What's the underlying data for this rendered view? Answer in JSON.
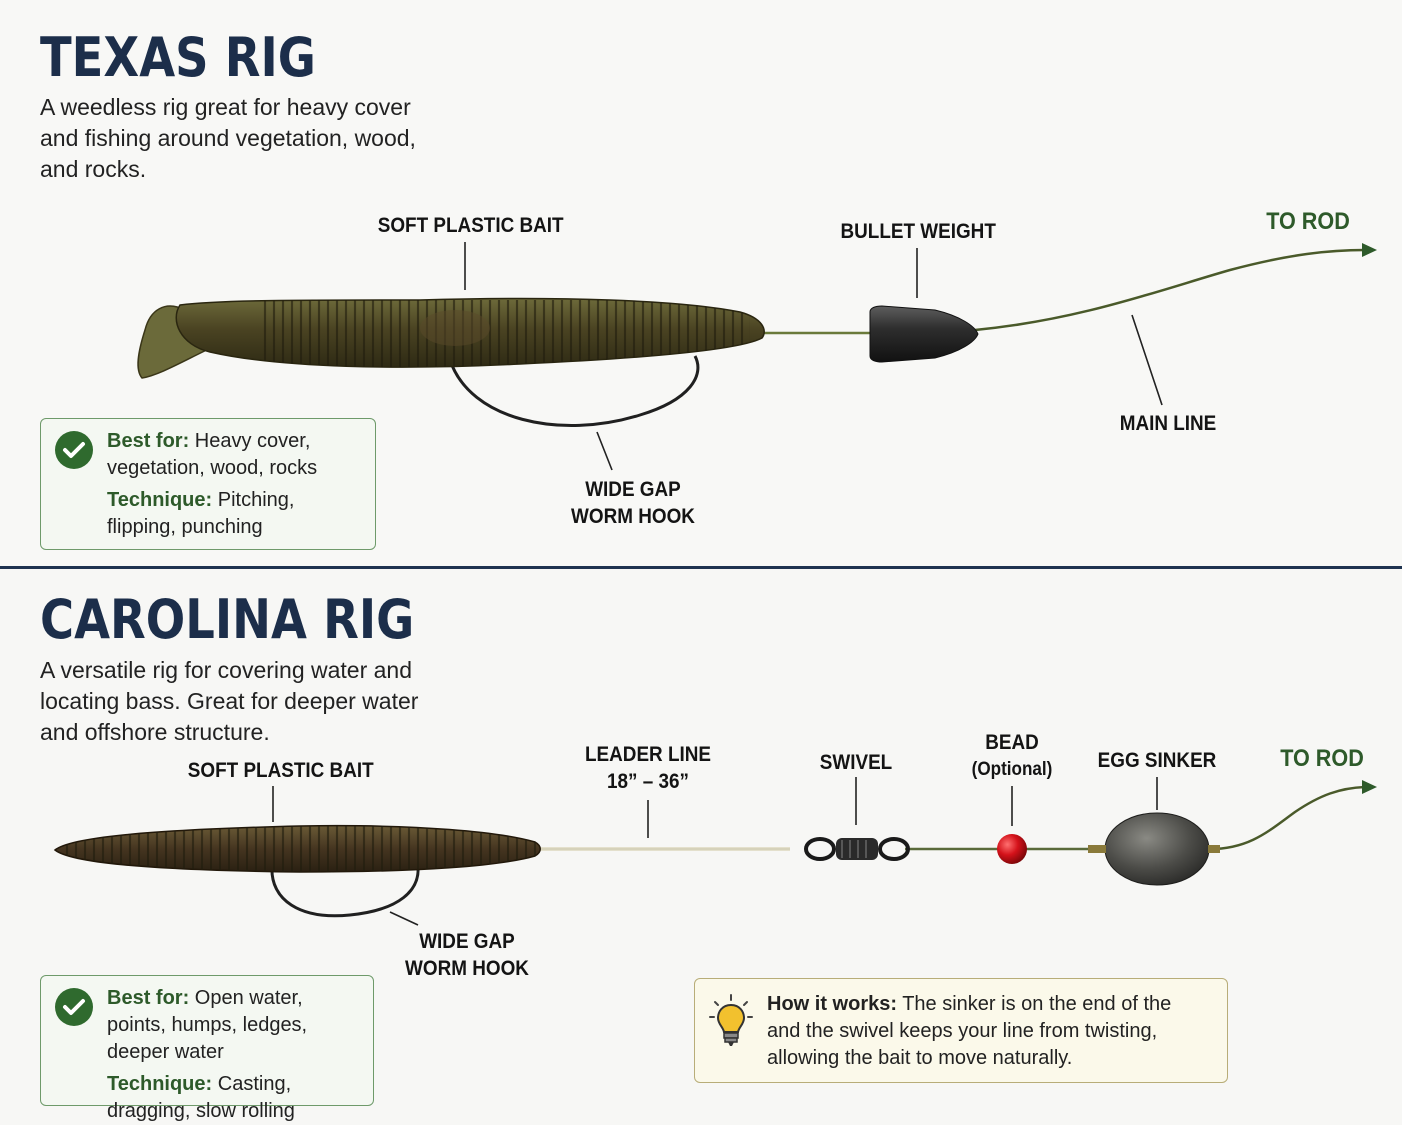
{
  "texas": {
    "title": "TEXAS RIG",
    "description": "A weedless rig great for heavy cover and fishing around vegetation, wood, and rocks.",
    "labels": {
      "soft_plastic_bait": "SOFT PLASTIC BAIT",
      "bullet_weight": "BULLET WEIGHT",
      "to_rod": "TO ROD",
      "main_line": "MAIN LINE",
      "hook_line1": "WIDE GAP",
      "hook_line2": "WORM HOOK"
    },
    "info": {
      "best_for_label": "Best for:",
      "best_for_value": "Heavy cover, vegetation, wood, rocks",
      "technique_label": "Technique:",
      "technique_value": "Pitching, flipping, punching"
    }
  },
  "carolina": {
    "title": "CAROLINA RIG",
    "description": "A versatile rig for covering water and locating bass. Great for deeper water and offshore structure.",
    "labels": {
      "soft_plastic_bait": "SOFT PLASTIC BAIT",
      "leader_line1": "LEADER LINE",
      "leader_line2": "18” – 36”",
      "swivel": "SWIVEL",
      "bead": "BEAD",
      "bead_optional": "(Optional)",
      "egg_sinker": "EGG SINKER",
      "to_rod": "TO ROD",
      "hook_line1": "WIDE GAP",
      "hook_line2": "WORM HOOK"
    },
    "info": {
      "best_for_label": "Best for:",
      "best_for_value": "Open water, points, humps, ledges, deeper water",
      "technique_label": "Technique:",
      "technique_value": "Casting, dragging, slow rolling"
    },
    "tip": {
      "label": "How it works:",
      "text": "The sinker is on the end of the and the swivel keeps your line from twisting, allowing the bait to move naturally."
    }
  },
  "colors": {
    "navy": "#1c2e4a",
    "green_accent": "#2e5a2a",
    "bait": "#4f4a24",
    "bead": "#d4121a"
  },
  "icons": [
    "check-icon",
    "lightbulb-icon",
    "arrow-right-icon"
  ]
}
